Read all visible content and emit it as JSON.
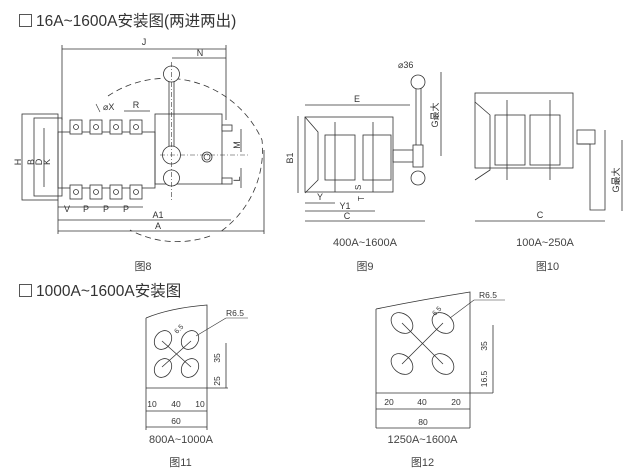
{
  "headings": {
    "section1": "16A~1600A安装图(两进两出)",
    "section2": "1000A~1600A安装图"
  },
  "figures": {
    "fig8": {
      "caption": "图8",
      "labels": {
        "J": "J",
        "N": "N",
        "X": "⌀X",
        "R": "R",
        "H": "H",
        "B": "B",
        "D": "D",
        "K": "K",
        "M": "M",
        "L": "L",
        "V": "V",
        "P": "P",
        "A1": "A1",
        "A": "A"
      }
    },
    "fig9": {
      "range": "400A~1600A",
      "caption": "图9",
      "labels": {
        "d36": "⌀36",
        "E": "E",
        "B1": "B1",
        "G": "G最大",
        "S": "S",
        "T": "T",
        "Y": "Y",
        "Y1": "Y1",
        "C": "C"
      }
    },
    "fig10": {
      "range": "100A~250A",
      "caption": "图10",
      "labels": {
        "G": "G最大",
        "C": "C"
      }
    },
    "fig11": {
      "range": "800A~1000A",
      "caption": "图11",
      "labels": {
        "R": "R6.5",
        "slot": "6.5",
        "v35": "35",
        "v25": "25",
        "h1": "10",
        "h2": "40",
        "h3": "10",
        "total": "60"
      }
    },
    "fig12": {
      "range": "1250A~1600A",
      "caption": "图12",
      "labels": {
        "R": "R6.5",
        "slot": "6.5",
        "v35": "35",
        "v165": "16.5",
        "h1": "20",
        "h2": "40",
        "h3": "20",
        "total": "80"
      }
    }
  }
}
